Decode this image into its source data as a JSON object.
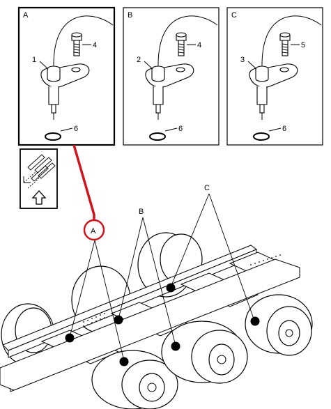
{
  "detail_panels": [
    {
      "id": "A",
      "sensor_label": "1",
      "bolt_label": "4",
      "oring_label": "6"
    },
    {
      "id": "B",
      "sensor_label": "2",
      "bolt_label": "4",
      "oring_label": "6"
    },
    {
      "id": "C",
      "sensor_label": "3",
      "bolt_label": "5",
      "oring_label": "6"
    }
  ],
  "chassis_labels": {
    "a": "A",
    "b": "B",
    "c": "C"
  },
  "icons": {
    "legend": "direction-arrow-icon",
    "up_arrow": "up-arrow-icon"
  },
  "colors": {
    "highlight": "#d0141c",
    "line": "#000000"
  }
}
